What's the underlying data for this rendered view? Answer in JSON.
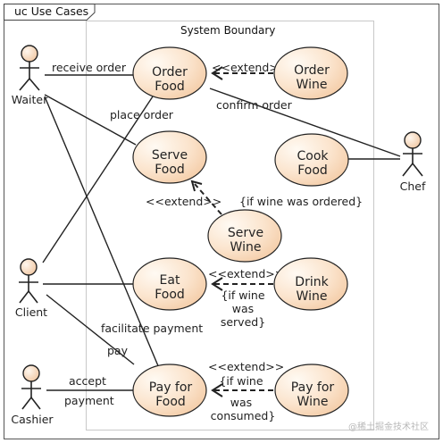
{
  "diagram": {
    "frame_title": "uc Use Cases",
    "boundary_label": "System Boundary",
    "actors": {
      "waiter": "Waiter",
      "chef": "Chef",
      "client": "Client",
      "cashier": "Cashier"
    },
    "use_cases": {
      "order_food": [
        "Order",
        "Food"
      ],
      "order_wine": [
        "Order",
        "Wine"
      ],
      "serve_food": [
        "Serve",
        "Food"
      ],
      "cook_food": [
        "Cook",
        "Food"
      ],
      "serve_wine": [
        "Serve",
        "Wine"
      ],
      "eat_food": [
        "Eat",
        "Food"
      ],
      "drink_wine": [
        "Drink",
        "Wine"
      ],
      "pay_for_food": [
        "Pay for",
        "Food"
      ],
      "pay_for_wine": [
        "Pay for",
        "Wine"
      ]
    },
    "association_labels": {
      "receive_order": "receive order",
      "place_order": "place order",
      "confirm_order": "confirm order",
      "facilitate_payment": "facilitate payment",
      "pay": "pay",
      "accept": "accept",
      "payment": "payment"
    },
    "extend_label": "<<extend>>",
    "conditions": {
      "serve_wine": "{if wine was ordered}",
      "drink_wine": [
        "{if wine",
        "was",
        "served}"
      ],
      "pay_for_wine": [
        "{if wine",
        "was",
        "consumed}"
      ]
    },
    "colors": {
      "use_case_light": "#fffaf3",
      "use_case_dark": "#f3c9a2",
      "actor_head_dark": "#efc39c"
    },
    "watermark": "@稀土掘金技术社区"
  }
}
